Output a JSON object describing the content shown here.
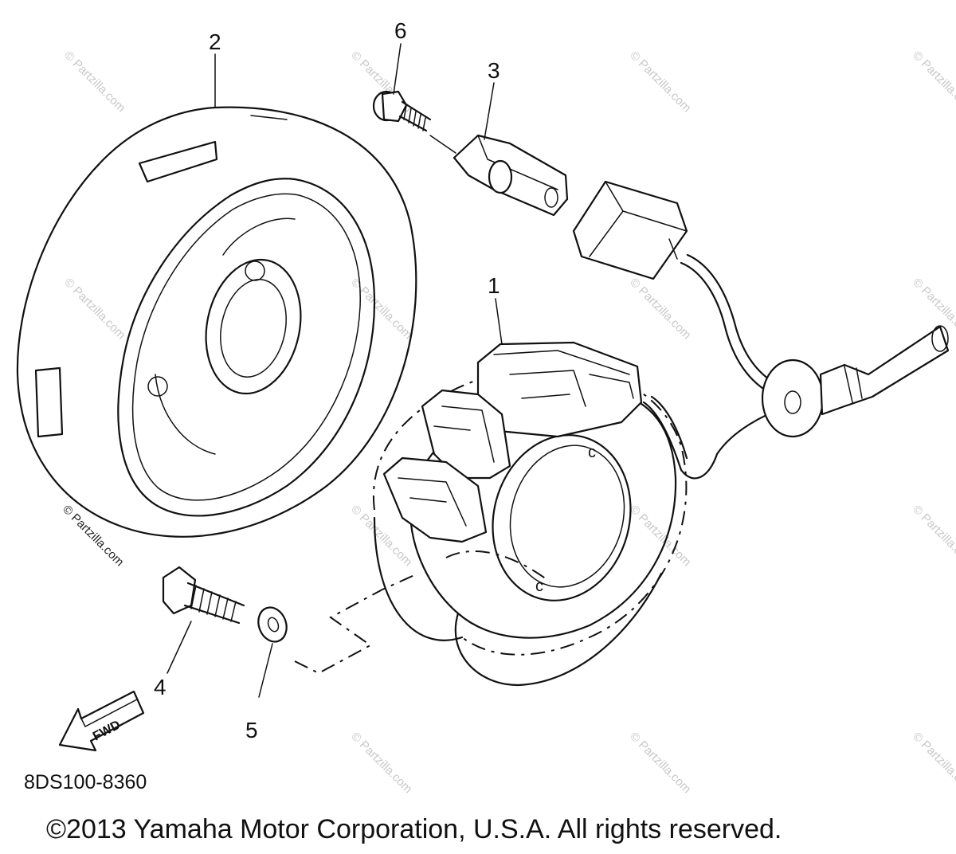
{
  "diagram": {
    "callouts": [
      "1",
      "2",
      "3",
      "4",
      "5",
      "6"
    ],
    "fwd_label": "FWD",
    "part_code": "8DS100-8360",
    "copyright": "©2013 Yamaha Motor Corporation, U.S.A. All rights reserved.",
    "watermark_text": "© Partzilla.com"
  }
}
